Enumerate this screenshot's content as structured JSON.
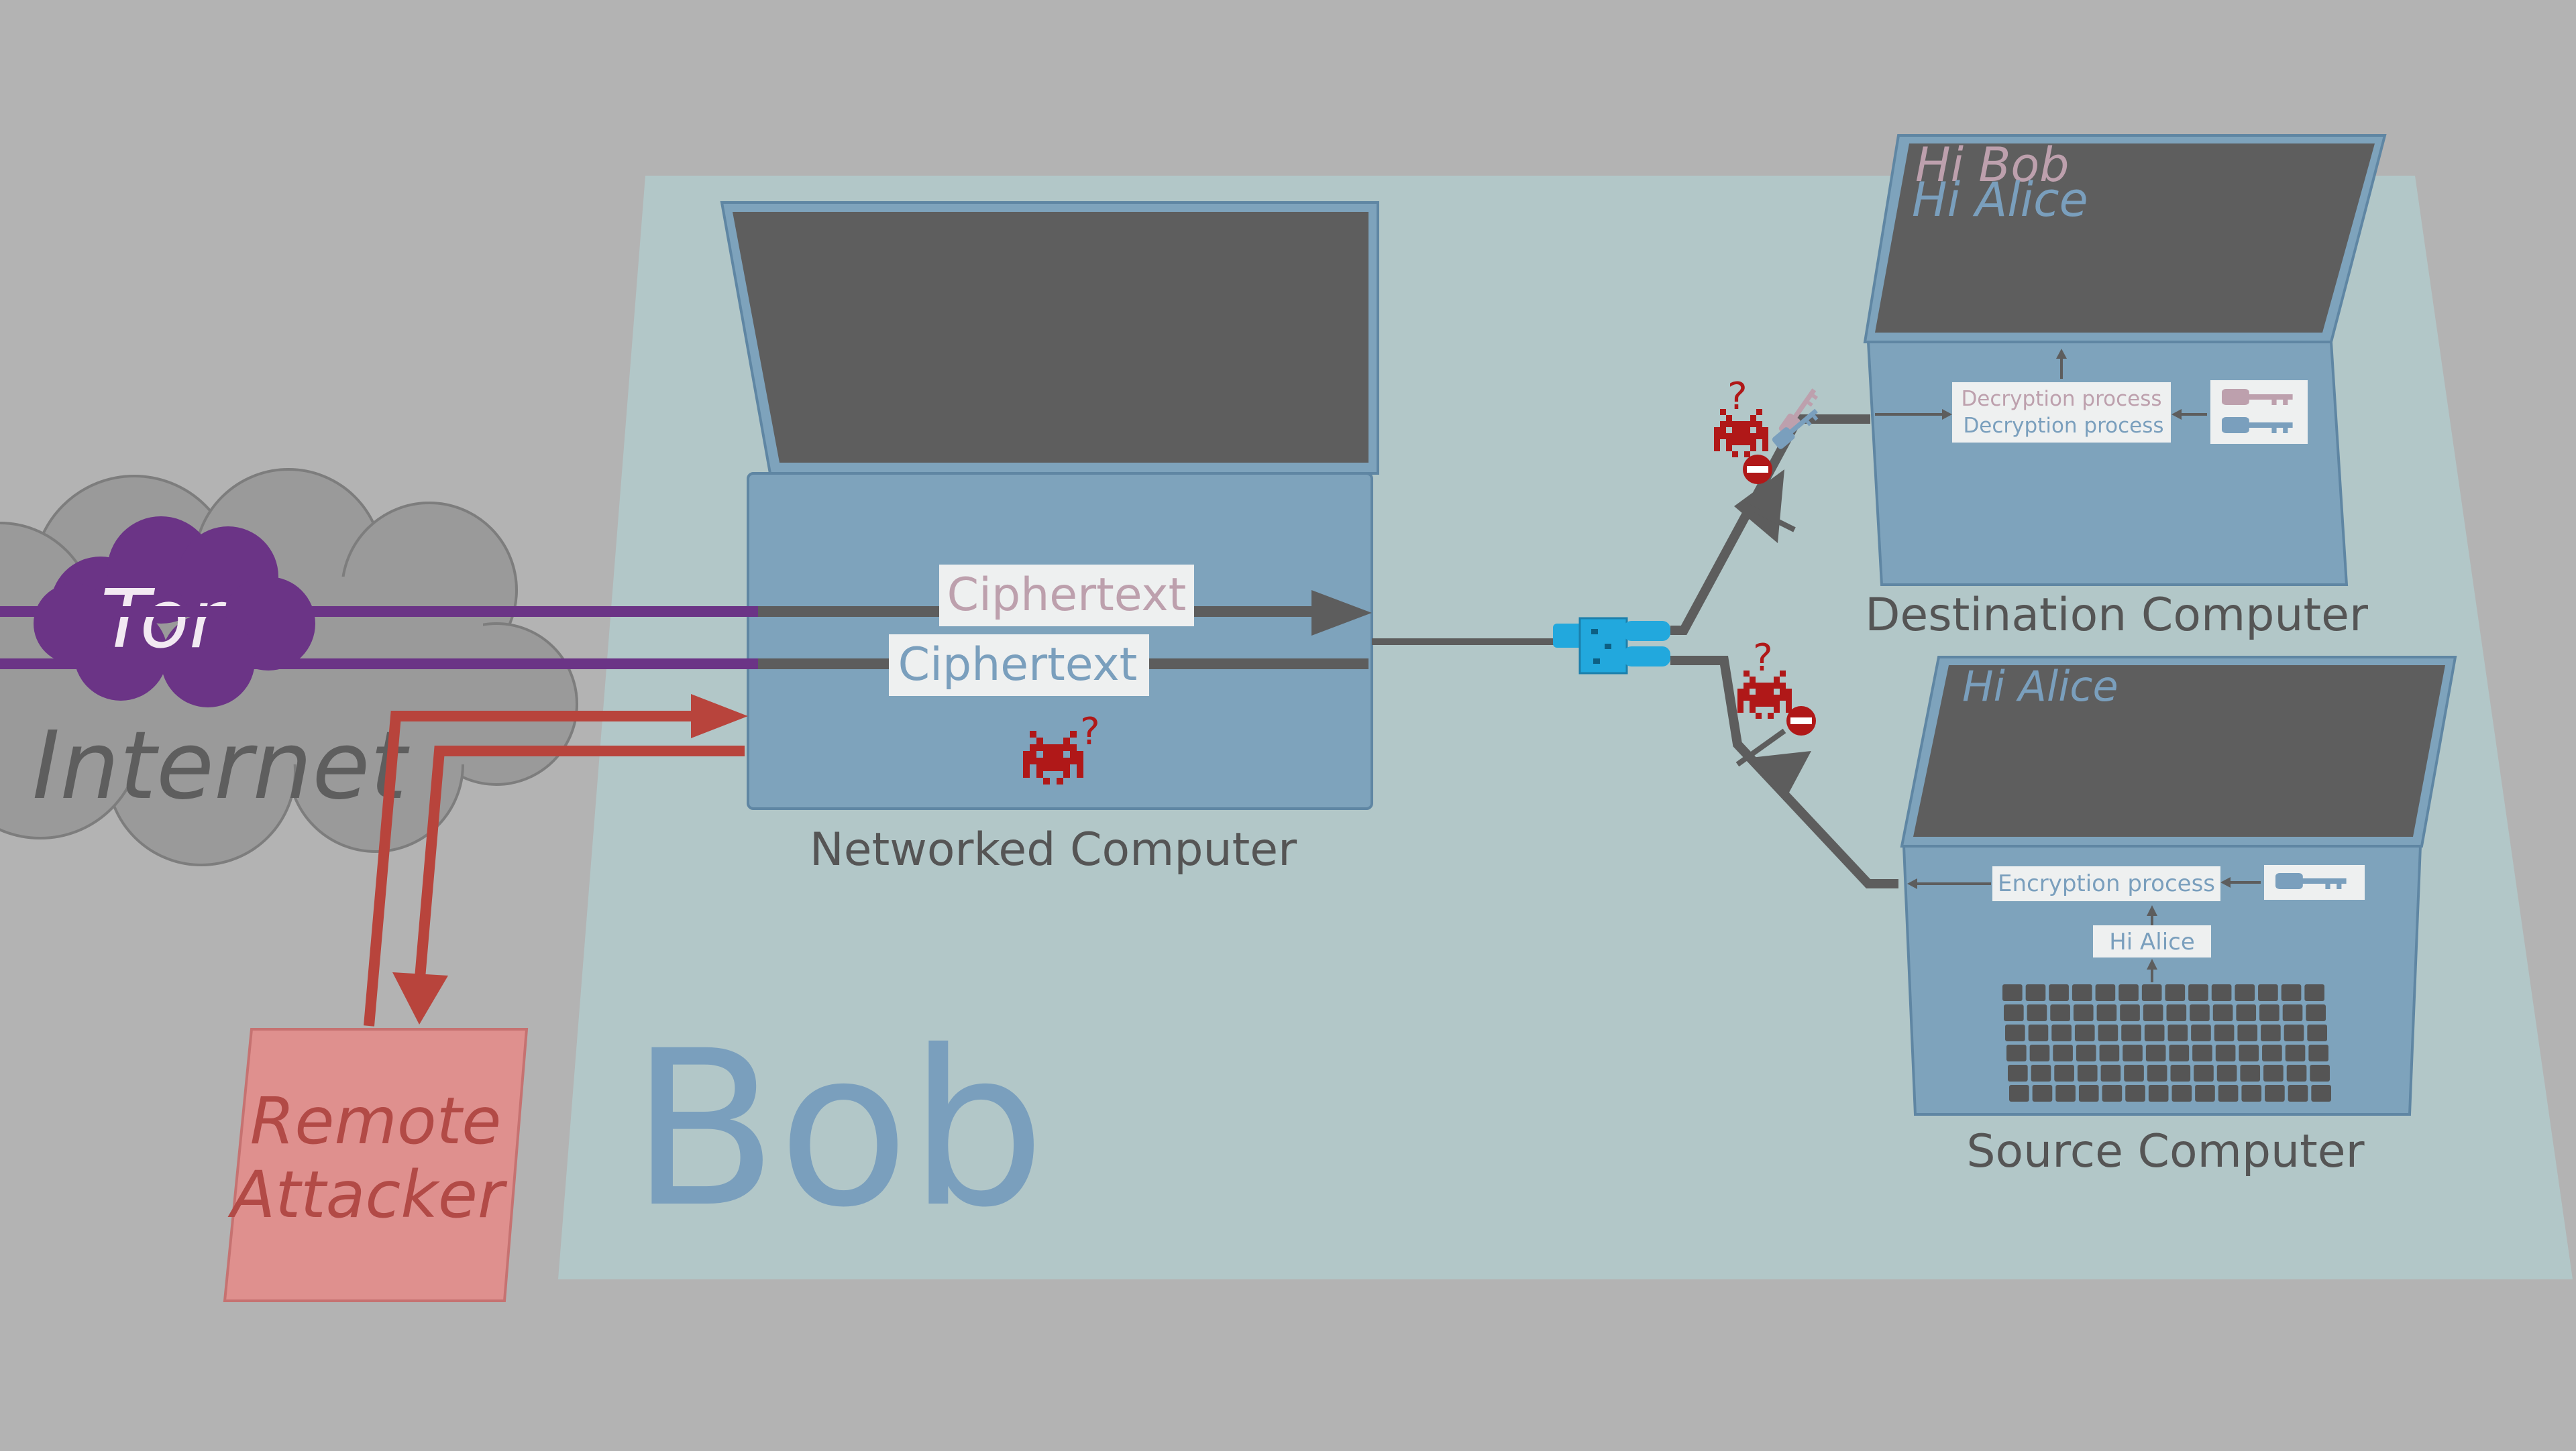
{
  "internet": {
    "tor_label": "Tor",
    "internet_label": "Internet"
  },
  "attacker": {
    "line1": "Remote",
    "line2": "Attacker"
  },
  "zone": {
    "label": "Bob"
  },
  "networked": {
    "caption": "Networked Computer",
    "ciphertext_out": "Ciphertext",
    "ciphertext_in": "Ciphertext",
    "malware_mark": "?"
  },
  "destination": {
    "caption": "Destination Computer",
    "screen_line1": "Hi Bob",
    "screen_line2": "Hi Alice",
    "process1": "Decryption process",
    "process2": "Decryption process",
    "malware_mark": "?"
  },
  "source": {
    "caption": "Source Computer",
    "screen_line1": "Hi Alice",
    "process": "Encryption process",
    "message": "Hi Alice",
    "malware_mark": "?"
  },
  "colors": {
    "background": "#b3b3b3",
    "zone": "#b2c7c8",
    "laptop_body": "#7ea3bc",
    "screen": "#5e5e5e",
    "tor": "#6b3486",
    "attacker": "#df908e",
    "attack_arrow": "#b8443c",
    "data_line": "#5d5d5d",
    "diode": "#22a8dd",
    "malware": "#b01818",
    "cipher_pink": "#bda0ad",
    "cipher_blue": "#7a9fbd"
  }
}
